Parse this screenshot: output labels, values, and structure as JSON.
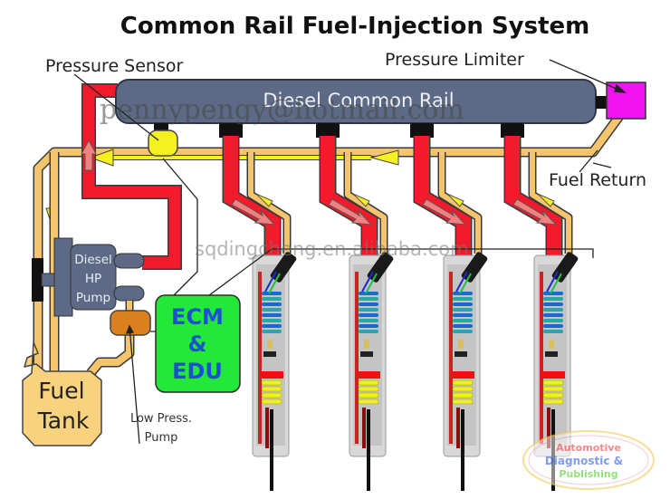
{
  "title": "Common Rail Fuel-Injection System",
  "labels": {
    "pressure_sensor": "Pressure Sensor",
    "pressure_limiter": "Pressure Limiter",
    "rail": "Diesel Common Rail",
    "fuel_return": "Fuel Return",
    "hp_pump_line1": "Diesel",
    "hp_pump_line2": "HP",
    "hp_pump_line3": "Pump",
    "ecm_line1": "ECM",
    "ecm_line2": "&",
    "ecm_line3": "EDU",
    "tank_line1": "Fuel",
    "tank_line2": "Tank",
    "lp_pump_line1": "Low Press.",
    "lp_pump_line2": "Pump"
  },
  "watermarks": {
    "email": "pennypengy@hotmail.com",
    "site": "sqdingcheng.en.alibaba.com"
  },
  "logo": {
    "line1": "Automotive",
    "line2": "Diagnostic &",
    "line3": "Publishing"
  },
  "injectors": [
    {
      "id": 1
    },
    {
      "id": 2
    },
    {
      "id": 3
    },
    {
      "id": 4
    }
  ],
  "colors": {
    "high_pressure": "#f21b2b",
    "return_line": "#f5c56e",
    "flow_arrow": "#f5f020",
    "rail": "#5c6a85",
    "limiter": "#f012f0",
    "ecm": "#22e83a",
    "sensor": "#f5f020",
    "lp_pump": "#d9801f",
    "tank": "#f8d27e"
  }
}
